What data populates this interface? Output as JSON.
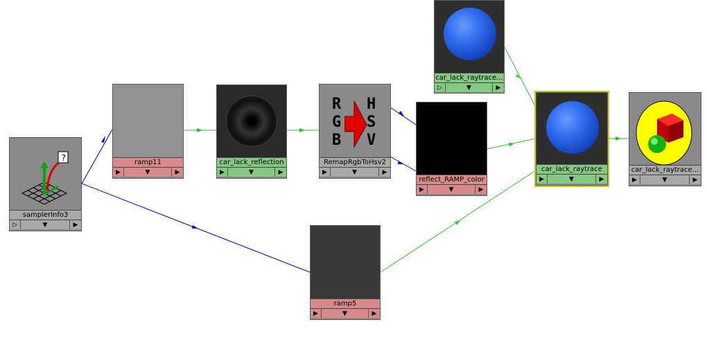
{
  "nodes": {
    "samplerInfo": {
      "label": "samplerInfo3"
    },
    "ramp11": {
      "label": "ramp11"
    },
    "reflection": {
      "label": "car_lack_reflection"
    },
    "remap": {
      "label": "RemapRgbToHsv2",
      "left_letters": [
        "R",
        "G",
        "B"
      ],
      "right_letters": [
        "H",
        "S",
        "V"
      ]
    },
    "reflectRamp": {
      "label": "reflect_RAMP_color"
    },
    "ramp5": {
      "label": "ramp5"
    },
    "raytraceTop": {
      "label": "car_lack_raytrace..."
    },
    "raytrace": {
      "label": "car_lack_raytrace"
    },
    "raytraceSG": {
      "label": "car_lack_raytrace..."
    }
  },
  "port_buttons": {
    "left": "▷",
    "middle": "▼",
    "right": "▶",
    "left_alt": "▶"
  },
  "colors": {
    "wire_blue": "#0000c0",
    "wire_green": "#30c030",
    "selection": "#c8c820"
  }
}
